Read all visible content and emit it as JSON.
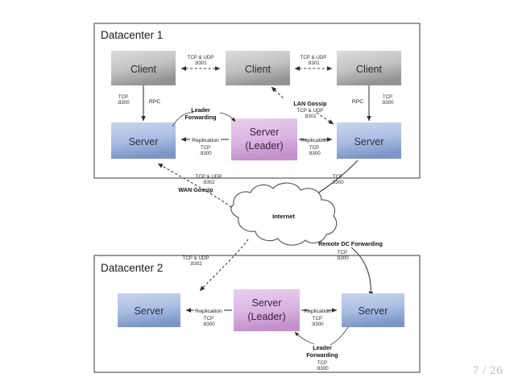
{
  "slide": {
    "page_indicator": "7 / 26"
  },
  "colors": {
    "client_fill_top": "#d8d8d8",
    "client_fill_bottom": "#9a9a9a",
    "server_fill_top": "#c2cfe8",
    "server_fill_bottom": "#7e96c8",
    "leader_fill_top": "#e3c8e8",
    "leader_fill_bottom": "#c494cd",
    "frame_stroke": "#4a4a4a",
    "line_stroke": "#3a3a3a",
    "page_number": "#bdbdbd"
  },
  "datacenter1": {
    "title": "Datacenter 1",
    "clients": [
      {
        "label": "Client"
      },
      {
        "label": "Client"
      },
      {
        "label": "Client"
      }
    ],
    "servers": [
      {
        "label": "Server"
      },
      {
        "label_line1": "Server",
        "label_line2": "(Leader)"
      },
      {
        "label": "Server"
      }
    ],
    "edges": {
      "client_gossip_left": {
        "protocol": "TCP & UDP",
        "port": ":8301"
      },
      "client_gossip_right": {
        "protocol": "TCP & UDP",
        "port": ":8301"
      },
      "rpc_left": {
        "name": "RPC",
        "protocol": "TCP",
        "port": ":8300"
      },
      "rpc_right": {
        "name": "RPC",
        "protocol": "TCP",
        "port": ":8300"
      },
      "leader_forwarding": {
        "name_line1": "Leader",
        "name_line2": "Forwarding"
      },
      "replication_left": {
        "name": "Replication",
        "protocol": "TCP",
        "port": ":8300"
      },
      "replication_right": {
        "name": "Replication",
        "protocol": "TCP",
        "port": ":8300"
      },
      "lan_gossip": {
        "name": "LAN Gossip",
        "protocol": "TCP & UDP",
        "port": ":8301"
      }
    }
  },
  "internet": {
    "label": "Internet"
  },
  "wan": {
    "wan_gossip_top": {
      "name": "WAN Gossip",
      "protocol": "TCP & UDP",
      "port": ":8302"
    },
    "wan_gossip_bottom": {
      "protocol": "TCP & UDP",
      "port": ":8302"
    },
    "remote_dc_out": {
      "protocol": "TCP",
      "port": ":8300"
    },
    "remote_dc_forwarding": {
      "name": "Remote DC Forwarding",
      "protocol": "TCP",
      "port": ":8300"
    }
  },
  "datacenter2": {
    "title": "Datacenter 2",
    "servers": [
      {
        "label": "Server"
      },
      {
        "label_line1": "Server",
        "label_line2": "(Leader)"
      },
      {
        "label": "Server"
      }
    ],
    "edges": {
      "replication_left": {
        "name": "Replication",
        "protocol": "TCP",
        "port": ":8300"
      },
      "replication_right": {
        "name": "Replication",
        "protocol": "TCP",
        "port": ":8300"
      },
      "leader_forwarding": {
        "name_line1": "Leader",
        "name_line2": "Forwarding",
        "protocol": "TCP",
        "port": ":8300"
      }
    }
  }
}
